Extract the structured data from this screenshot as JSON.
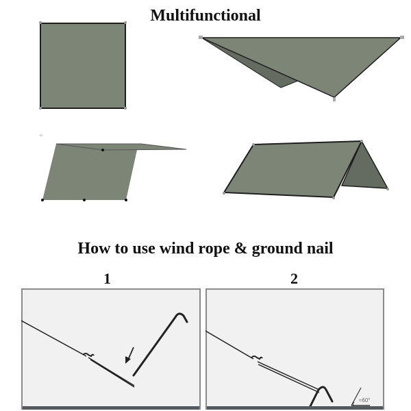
{
  "header": {
    "title": "Multifunctional"
  },
  "configurations": [
    {
      "name": "flat-square",
      "color": "#7d8577"
    },
    {
      "name": "diamond-hang",
      "color": "#7d8577",
      "shadow_color": "#646b60"
    },
    {
      "name": "awning-lean-to",
      "color": "#7d8577"
    },
    {
      "name": "a-frame-tent",
      "color": "#7d8577",
      "shadow_color": "#646b60"
    }
  ],
  "instructions": {
    "title": "How to use wind rope & ground nail",
    "steps": [
      {
        "number": "1"
      },
      {
        "number": "2",
        "angle_label": "≈60°"
      }
    ]
  },
  "colors": {
    "tarp": "#7d8577",
    "tarp_shadow": "#646b60",
    "outline": "#1e1e1e",
    "panel_bg": "#f1f1f1",
    "panel_border": "#8a8a8a",
    "ground": "#555a5e"
  }
}
